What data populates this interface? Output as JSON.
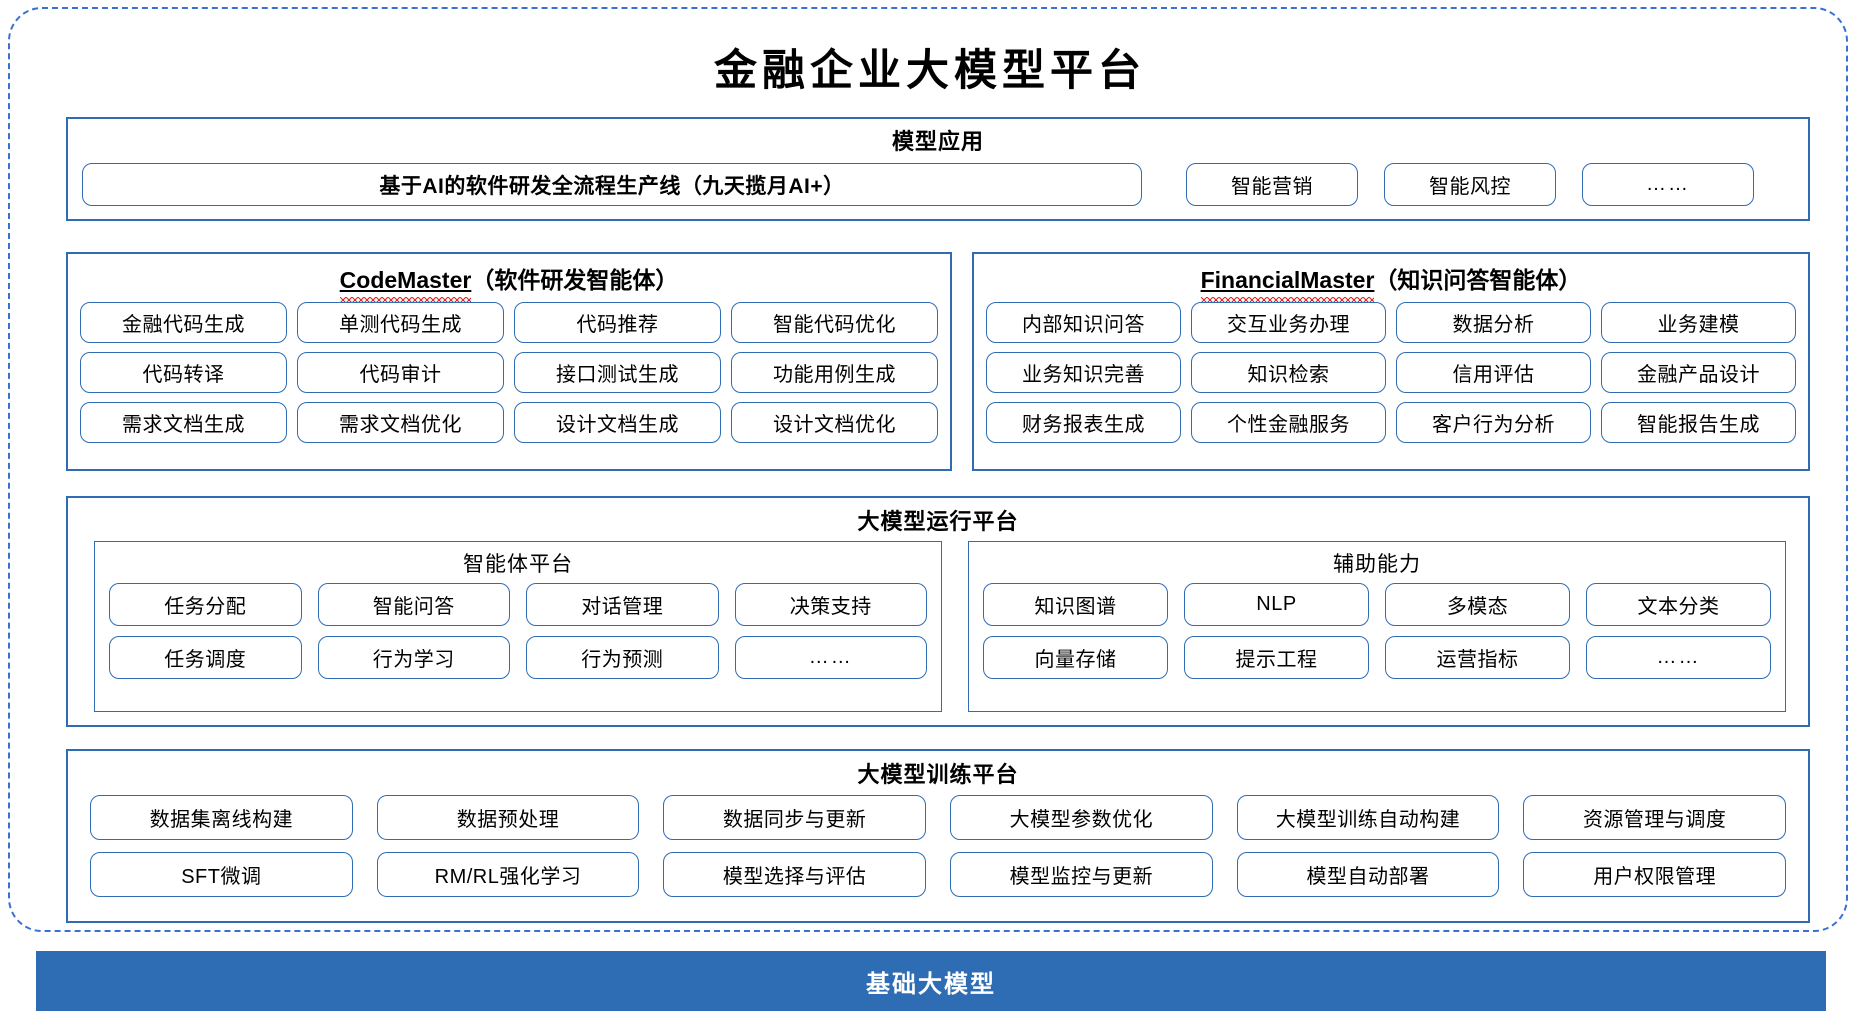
{
  "title": "金融企业大模型平台",
  "colors": {
    "accent": "#2E6DB4",
    "frame_dashed": "#3A6FD8",
    "spellcheck_underline": "#EE2222",
    "foundation_bar_bg": "#2E6DB4",
    "foundation_bar_text": "#FFFFFF"
  },
  "model_application": {
    "title": "模型应用",
    "banner": "基于AI的软件研发全流程生产线（九天揽月AI+）",
    "items": [
      "智能营销",
      "智能风控",
      "……"
    ]
  },
  "agents": [
    {
      "name": "CodeMaster",
      "subtitle": "（软件研发智能体）",
      "spellcheck_flag": true,
      "rows": [
        [
          "金融代码生成",
          "单测代码生成",
          "代码推荐",
          "智能代码优化"
        ],
        [
          "代码转译",
          "代码审计",
          "接口测试生成",
          "功能用例生成"
        ],
        [
          "需求文档生成",
          "需求文档优化",
          "设计文档生成",
          "设计文档优化"
        ]
      ]
    },
    {
      "name": "FinancialMaster",
      "subtitle": "（知识问答智能体）",
      "spellcheck_flag": true,
      "rows": [
        [
          "内部知识问答",
          "交互业务办理",
          "数据分析",
          "业务建模"
        ],
        [
          "业务知识完善",
          "知识检索",
          "信用评估",
          "金融产品设计"
        ],
        [
          "财务报表生成",
          "个性金融服务",
          "客户行为分析",
          "智能报告生成"
        ]
      ]
    }
  ],
  "runtime_platform": {
    "title": "大模型运行平台",
    "panels": [
      {
        "title": "智能体平台",
        "rows": [
          [
            "任务分配",
            "智能问答",
            "对话管理",
            "决策支持"
          ],
          [
            "任务调度",
            "行为学习",
            "行为预测",
            "……"
          ]
        ]
      },
      {
        "title": "辅助能力",
        "rows": [
          [
            "知识图谱",
            "NLP",
            "多模态",
            "文本分类"
          ],
          [
            "向量存储",
            "提示工程",
            "运营指标",
            "……"
          ]
        ]
      }
    ]
  },
  "training_platform": {
    "title": "大模型训练平台",
    "rows": [
      [
        "数据集离线构建",
        "数据预处理",
        "数据同步与更新",
        "大模型参数优化",
        "大模型训练自动构建",
        "资源管理与调度"
      ],
      [
        "SFT微调",
        "RM/RL强化学习",
        "模型选择与评估",
        "模型监控与更新",
        "模型自动部署",
        "用户权限管理"
      ]
    ]
  },
  "foundation": {
    "label": "基础大模型"
  }
}
